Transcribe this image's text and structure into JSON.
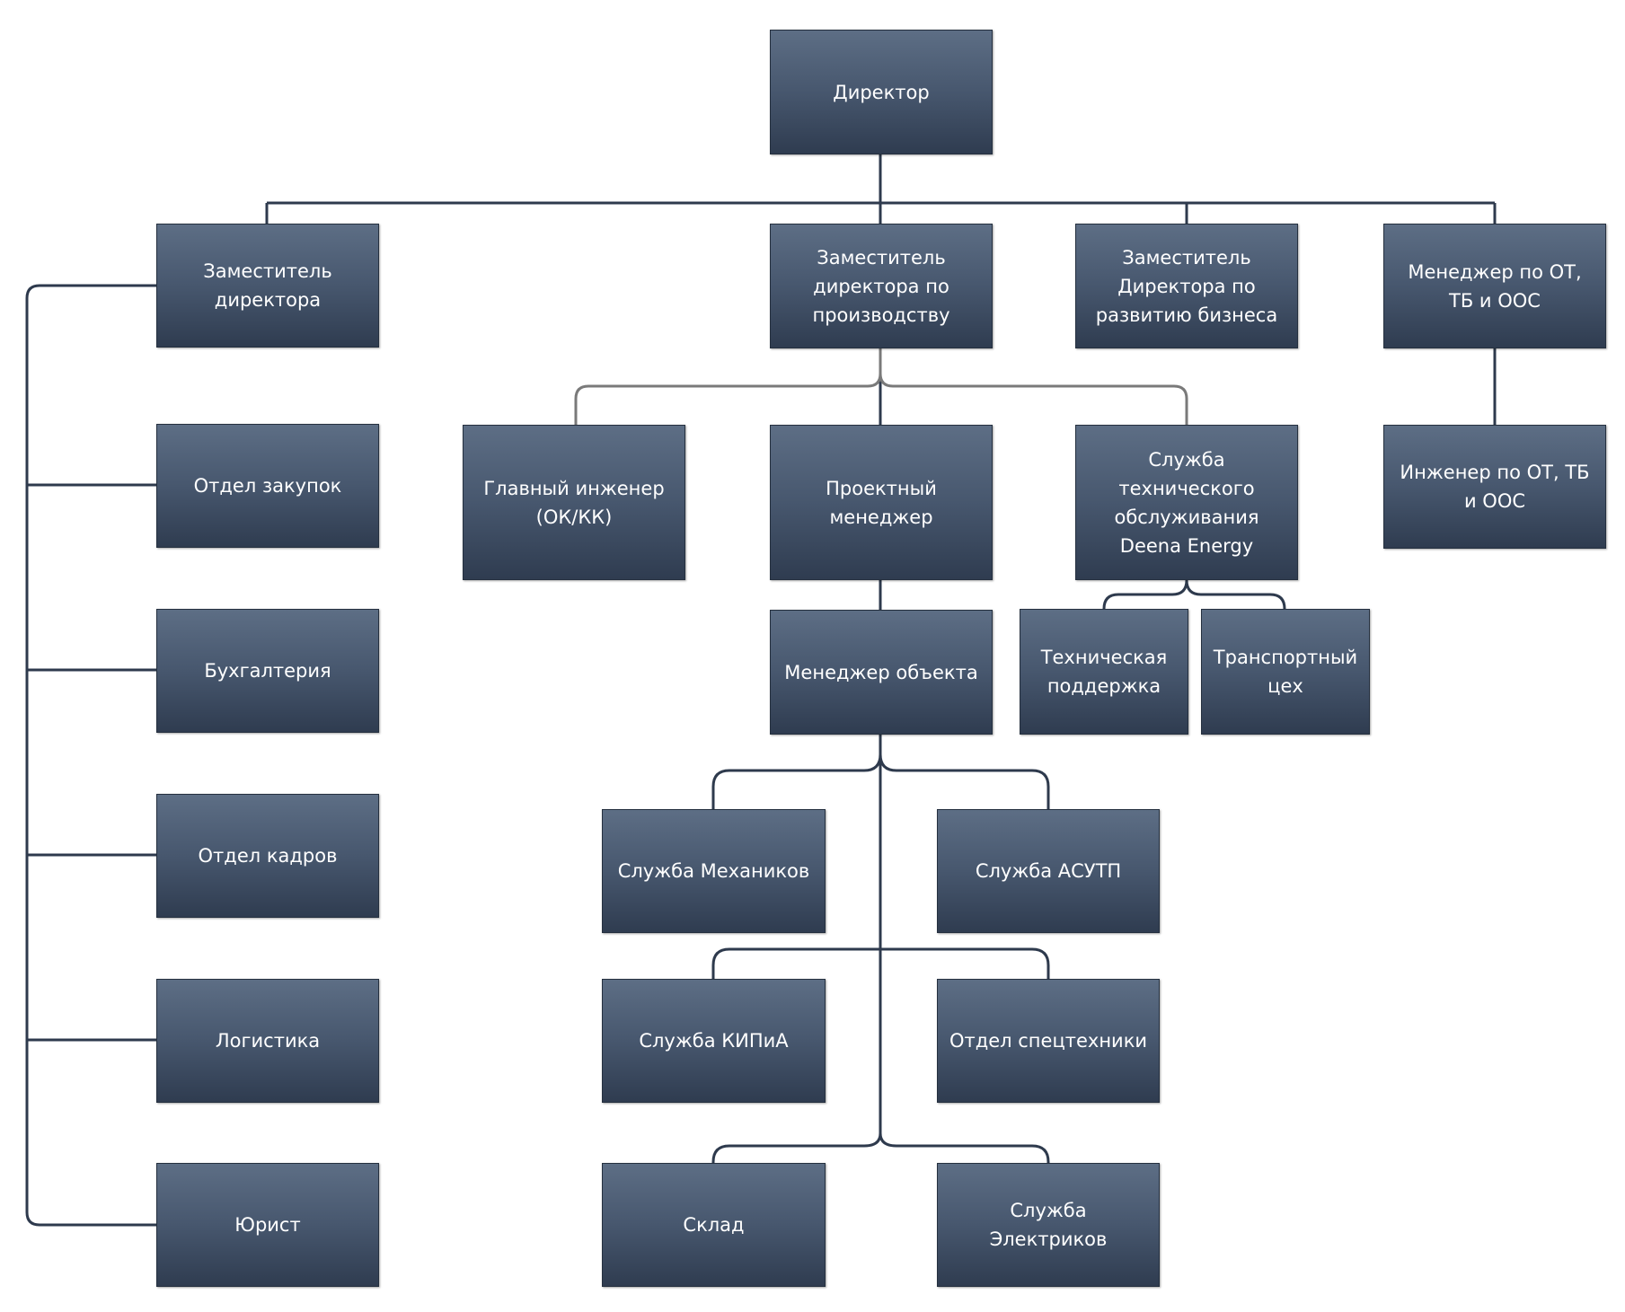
{
  "colors": {
    "box_top": "#5d6e85",
    "box_bottom": "#2f3c50",
    "box_text": "#ffffff",
    "line_dark": "#2e3a4d",
    "line_grey": "#7a7a7a"
  },
  "nodes": [
    {
      "id": "director",
      "label": "Директор"
    },
    {
      "id": "deputy",
      "label": "Заместитель директора"
    },
    {
      "id": "deputy-production",
      "label": "Заместитель директора по производству"
    },
    {
      "id": "deputy-business",
      "label": "Заместитель Директора по развитию бизнеса"
    },
    {
      "id": "hse-manager",
      "label": "Менеджер по ОТ, ТБ и ООС"
    },
    {
      "id": "procurement",
      "label": "Отдел закупок"
    },
    {
      "id": "accounting",
      "label": "Бухгалтерия"
    },
    {
      "id": "hr",
      "label": "Отдел кадров"
    },
    {
      "id": "logistics",
      "label": "Логистика"
    },
    {
      "id": "lawyer",
      "label": "Юрист"
    },
    {
      "id": "chief-engineer",
      "label": "Главный инженер (ОК/КК)"
    },
    {
      "id": "project-manager",
      "label": "Проектный менеджер"
    },
    {
      "id": "maintenance-service",
      "label": "Служба технического обслуживания Deena Energy"
    },
    {
      "id": "hse-engineer",
      "label": "Инженер по ОТ, ТБ и ООС"
    },
    {
      "id": "tech-support",
      "label": "Техническая поддержка"
    },
    {
      "id": "transport",
      "label": "Транспортный цех"
    },
    {
      "id": "site-manager",
      "label": "Менеджер объекта"
    },
    {
      "id": "mechanics",
      "label": "Служба Механиков"
    },
    {
      "id": "apcs",
      "label": "Служба АСУТП"
    },
    {
      "id": "instrumentation",
      "label": "Служба КИПиА"
    },
    {
      "id": "special-equipment",
      "label": "Отдел спецтехники"
    },
    {
      "id": "warehouse",
      "label": "Склад"
    },
    {
      "id": "electricians",
      "label": "Служба Электриков"
    }
  ]
}
